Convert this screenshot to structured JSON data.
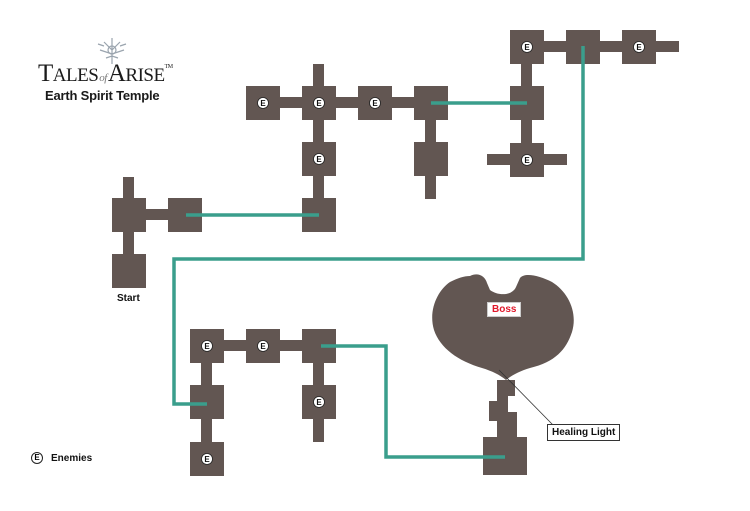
{
  "header": {
    "logo": {
      "title_part1": "T",
      "title_part2": "ALES",
      "title_of": "of",
      "title_part3": "A",
      "title_part4": "RISE",
      "trademark": "TM"
    },
    "subtitle": "Earth Spirit Temple"
  },
  "labels": {
    "start": "Start",
    "boss": "Boss",
    "healing_light": "Healing Light"
  },
  "legend": {
    "marker": "E",
    "text": "Enemies"
  },
  "colors": {
    "room": "#625652",
    "path": "#3a9e8c",
    "marker_bg": "#ffffff",
    "boss_text": "#e0182b"
  },
  "enemy_marker": "E"
}
